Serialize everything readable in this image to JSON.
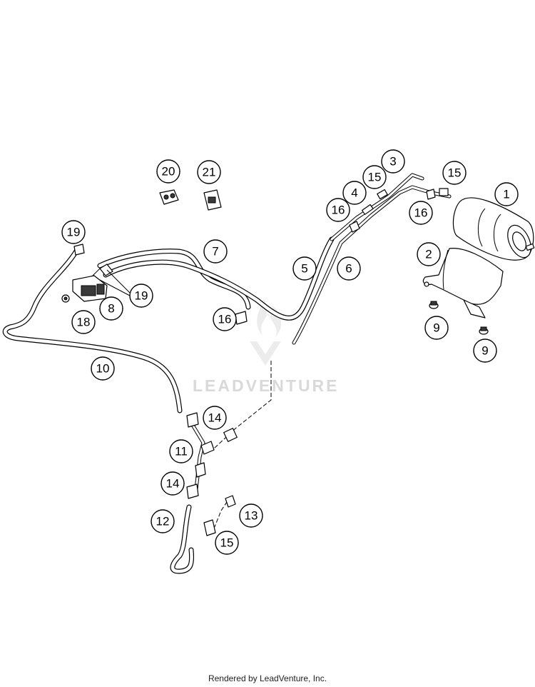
{
  "diagram": {
    "watermark": "LEADVENTURE",
    "footer": "Rendered by LeadVenture, Inc.",
    "callouts": [
      {
        "id": "c1",
        "label": "1"
      },
      {
        "id": "c2",
        "label": "2"
      },
      {
        "id": "c3",
        "label": "3"
      },
      {
        "id": "c4",
        "label": "4"
      },
      {
        "id": "c5",
        "label": "5"
      },
      {
        "id": "c6",
        "label": "6"
      },
      {
        "id": "c7",
        "label": "7"
      },
      {
        "id": "c8",
        "label": "8"
      },
      {
        "id": "c9a",
        "label": "9"
      },
      {
        "id": "c9b",
        "label": "9"
      },
      {
        "id": "c10",
        "label": "10"
      },
      {
        "id": "c11",
        "label": "11"
      },
      {
        "id": "c12",
        "label": "12"
      },
      {
        "id": "c13",
        "label": "13"
      },
      {
        "id": "c14a",
        "label": "14"
      },
      {
        "id": "c14b",
        "label": "14"
      },
      {
        "id": "c15a",
        "label": "15"
      },
      {
        "id": "c15b",
        "label": "15"
      },
      {
        "id": "c15c",
        "label": "15"
      },
      {
        "id": "c16a",
        "label": "16"
      },
      {
        "id": "c16b",
        "label": "16"
      },
      {
        "id": "c16c",
        "label": "16"
      },
      {
        "id": "c18",
        "label": "18"
      },
      {
        "id": "c19a",
        "label": "19"
      },
      {
        "id": "c19b",
        "label": "19"
      },
      {
        "id": "c20",
        "label": "20"
      },
      {
        "id": "c21",
        "label": "21"
      }
    ]
  }
}
